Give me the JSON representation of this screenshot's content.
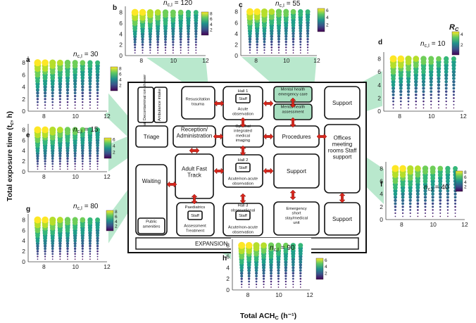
{
  "figure": {
    "ylabel": "Total exposure time (t",
    "ylabel_sub": "c",
    "ylabel_tail": ", h)",
    "xlabel": "Total ACH",
    "xlabel_sub": "C",
    "xlabel_tail": " (h⁻¹)",
    "colorbar_symbol": "R",
    "colorbar_symbol_sub": "C",
    "ntitle_prefix": "n",
    "ntitle_sub": "c,I",
    "ntitle_eq": " = "
  },
  "colors": {
    "viridis": [
      "#440154",
      "#482878",
      "#3e4989",
      "#31688e",
      "#26828e",
      "#1f9e89",
      "#35b779",
      "#6ece58",
      "#b5de2b",
      "#fde725"
    ],
    "arrow": "#d9261c",
    "wedge": "#7fd6a4",
    "room_green": "#a8dfc0"
  },
  "chart_data": [
    {
      "panel": "a",
      "type": "scatter",
      "encoding": "dot size and colour = R_C",
      "n_cI": "30",
      "x_ticks": [
        "8",
        "10",
        "12"
      ],
      "y_ticks": [
        "0",
        "2",
        "4",
        "6",
        "8"
      ],
      "xlim": [
        7,
        12
      ],
      "ylim": [
        0,
        8.6
      ],
      "cols": 9,
      "colorbar_ticks": [
        "2",
        "4",
        "6",
        "8"
      ],
      "R_C_max": 8
    },
    {
      "panel": "b",
      "type": "scatter",
      "encoding": "dot size and colour = R_C",
      "n_cI": "120",
      "x_ticks": [
        "8",
        "10",
        "12"
      ],
      "y_ticks": [
        "0",
        "2",
        "4",
        "6",
        "8"
      ],
      "xlim": [
        7,
        12
      ],
      "ylim": [
        0,
        8.6
      ],
      "cols": 9,
      "colorbar_ticks": [
        "2",
        "4",
        "6",
        "8"
      ],
      "R_C_max": 8
    },
    {
      "panel": "c",
      "type": "scatter",
      "encoding": "dot size and colour = R_C",
      "n_cI": "55",
      "x_ticks": [
        "8",
        "10",
        "12"
      ],
      "y_ticks": [
        "0",
        "2",
        "4",
        "6",
        "8"
      ],
      "xlim": [
        7,
        12
      ],
      "ylim": [
        0,
        8.6
      ],
      "cols": 9,
      "colorbar_ticks": [
        "2",
        "4",
        "6"
      ],
      "R_C_max": 6
    },
    {
      "panel": "d",
      "type": "scatter",
      "encoding": "dot size and colour = R_C",
      "n_cI": "10",
      "x_ticks": [
        "8",
        "10",
        "12"
      ],
      "y_ticks": [
        "0",
        "2",
        "4",
        "6",
        "8"
      ],
      "xlim": [
        7,
        12
      ],
      "ylim": [
        0,
        8.6
      ],
      "cols": 9,
      "colorbar_ticks": [
        "2",
        "4"
      ],
      "R_C_max": 4
    },
    {
      "panel": "e",
      "type": "scatter",
      "encoding": "dot size and colour = R_C",
      "n_cI": "15",
      "x_ticks": [
        "8",
        "10",
        "12"
      ],
      "y_ticks": [
        "0",
        "2",
        "4",
        "6",
        "8"
      ],
      "xlim": [
        7,
        12
      ],
      "ylim": [
        0,
        8.6
      ],
      "cols": 9,
      "colorbar_ticks": [
        "2",
        "4",
        "6"
      ],
      "R_C_max": 6
    },
    {
      "panel": "f",
      "type": "scatter",
      "encoding": "dot size and colour = R_C",
      "n_cI": "40",
      "x_ticks": [
        "8",
        "10",
        "12"
      ],
      "y_ticks": [
        "0",
        "2",
        "4",
        "6",
        "8"
      ],
      "xlim": [
        7,
        12
      ],
      "ylim": [
        0,
        8.6
      ],
      "cols": 9,
      "colorbar_ticks": [
        "2",
        "4",
        "6",
        "8"
      ],
      "R_C_max": 8
    },
    {
      "panel": "g",
      "type": "scatter",
      "encoding": "dot size and colour = R_C",
      "n_cI": "80",
      "x_ticks": [
        "8",
        "10",
        "12"
      ],
      "y_ticks": [
        "0",
        "2",
        "4",
        "6",
        "8"
      ],
      "xlim": [
        7,
        12
      ],
      "ylim": [
        0,
        8.6
      ],
      "cols": 9,
      "colorbar_ticks": [
        "2",
        "4",
        "6",
        "8"
      ],
      "R_C_max": 8
    },
    {
      "panel": "h",
      "type": "scatter",
      "encoding": "dot size and colour = R_C",
      "n_cI": "90",
      "x_ticks": [
        "8",
        "10",
        "12"
      ],
      "y_ticks": [
        "0",
        "2",
        "4",
        "6",
        "8"
      ],
      "xlim": [
        7,
        12
      ],
      "ylim": [
        0,
        8.6
      ],
      "cols": 9,
      "colorbar_ticks": [
        "2",
        "4",
        "6"
      ],
      "R_C_max": 6
    }
  ],
  "floorplan": {
    "rooms": {
      "internal_decon": "Internal Decontaminat ion shower",
      "ambulance_intake": "Ambulance intake",
      "resus": "Resuscitation trauma",
      "hall1": "Hall 1",
      "hall2": "Hall 2",
      "hall3": "Hall 3 observational",
      "staff": "Staff",
      "acute_obs": "Acute observation",
      "mental_care": "Mental health emergency care",
      "mental_assess": "Mental health assessment",
      "support_top": "Support",
      "triage": "Triage",
      "reception": "Reception/ Administration",
      "imaging": "Optional integrated medical imaging",
      "procedures": "Procedures",
      "offices": "Offices meeting rooms Staff support",
      "waiting": "Waiting",
      "adult_fast": "Adult Fast Track",
      "acute_nonacute_obs": "Acute/non-acute observation",
      "support_mid": "Support",
      "public_amenities": "Public amenities",
      "paediatrics": "Paediatrics",
      "assessment_treatment": "Assessment Treatment",
      "emergency_short": "Emergency short stay/medical unit",
      "support_bottom": "Support",
      "expansion": "EXPANSION"
    }
  }
}
